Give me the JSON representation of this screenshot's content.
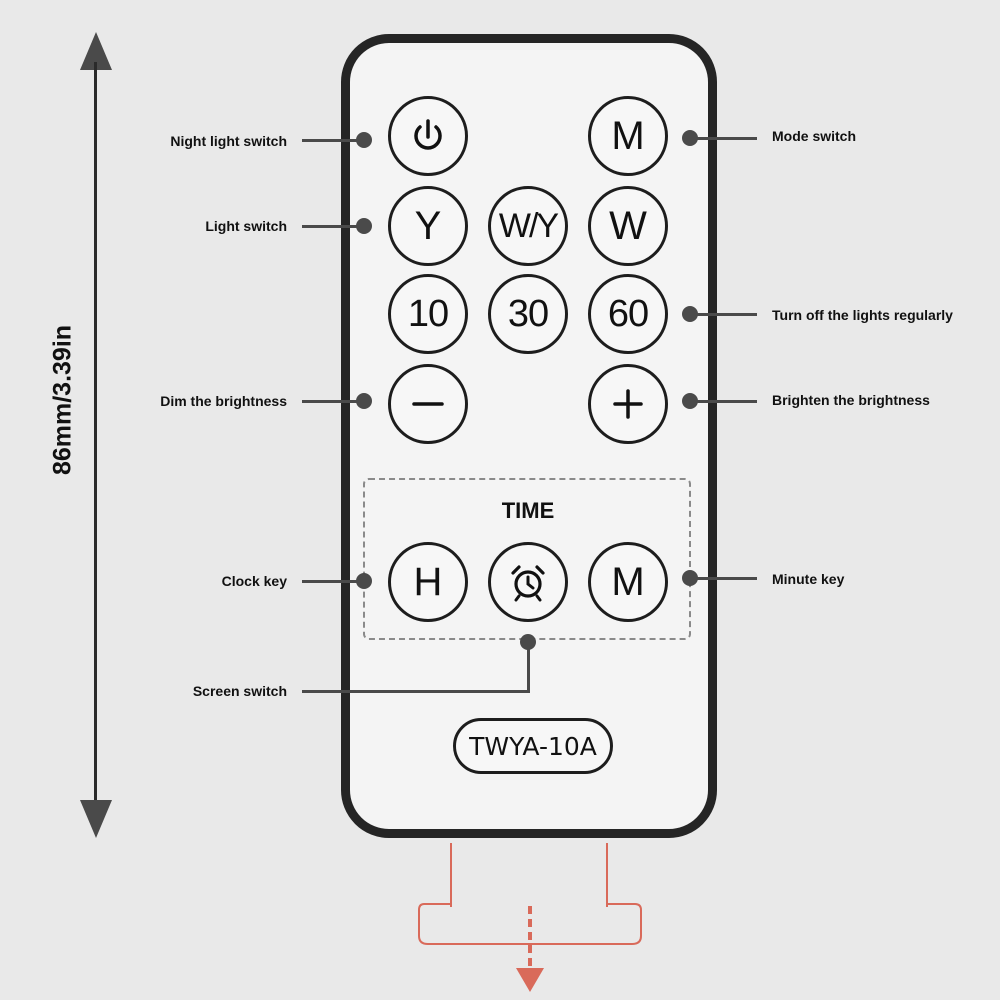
{
  "dimension": {
    "label": "86mm/3.39in"
  },
  "buttons": {
    "power": {
      "icon": "power-icon"
    },
    "mode": {
      "text": "M"
    },
    "yellow": {
      "text": "Y"
    },
    "wy": {
      "text": "W/Y"
    },
    "white": {
      "text": "W"
    },
    "t10": {
      "text": "10"
    },
    "t30": {
      "text": "30"
    },
    "t60": {
      "text": "60"
    },
    "minus": {
      "icon": "minus-icon"
    },
    "plus": {
      "icon": "plus-icon"
    },
    "hour": {
      "text": "H"
    },
    "clock": {
      "icon": "alarm-clock-icon"
    },
    "minute": {
      "text": "M"
    }
  },
  "time_section": {
    "title": "TIME"
  },
  "model": "TWYA-10A",
  "labels": {
    "night_light_switch": "Night light switch",
    "light_switch": "Light switch",
    "dim_brightness": "Dim the brightness",
    "clock_key": "Clock key",
    "screen_switch": "Screen switch",
    "mode_switch": "Mode switch",
    "turn_off_regularly": "Turn off the lights regularly",
    "brighten_brightness": "Brighten the brightness",
    "minute_key": "Minute key"
  },
  "colors": {
    "outline": "#252525",
    "leader": "#4a4a4a",
    "signal": "#d96a5a",
    "background": "#e9e9e9"
  }
}
